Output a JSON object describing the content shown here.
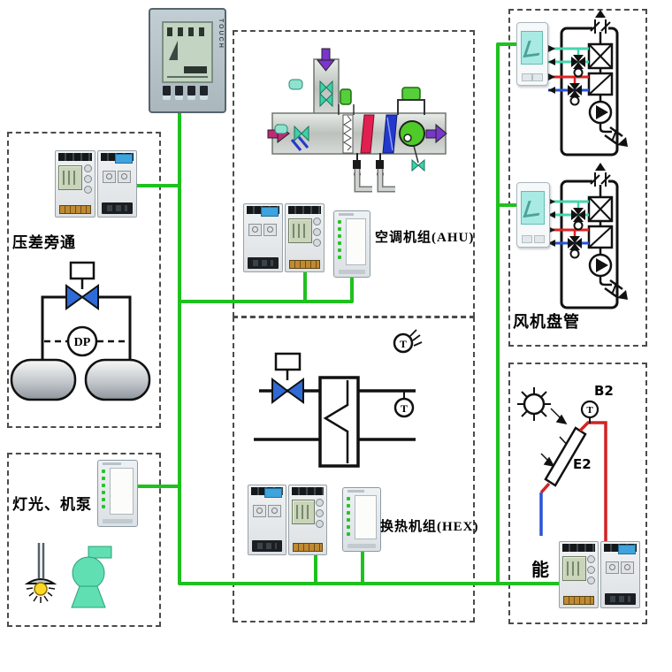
{
  "labels": {
    "bypass": "压差旁通",
    "lighting": "灯光、机泵",
    "ahu": "空调机组(AHU)",
    "hex": "换热机组(HEX)",
    "fancoil": "风机盘管",
    "solar_energy": "能"
  },
  "tags": {
    "dp": "DP",
    "b2": "B2",
    "e2": "E2",
    "t_supply": "T",
    "t_outdoor": "T",
    "t_solar": "T"
  },
  "hmi": {
    "side_label": "TOUCH"
  },
  "colors": {
    "network_bus": "#1fc11f",
    "pipe_hot": "#d42222",
    "pipe_cold": "#2a52d8",
    "pipe_chilled": "#45d6ad",
    "valve": "#2e6bd6",
    "pump": "#5fdfb2",
    "fan": "#4ecb28"
  }
}
